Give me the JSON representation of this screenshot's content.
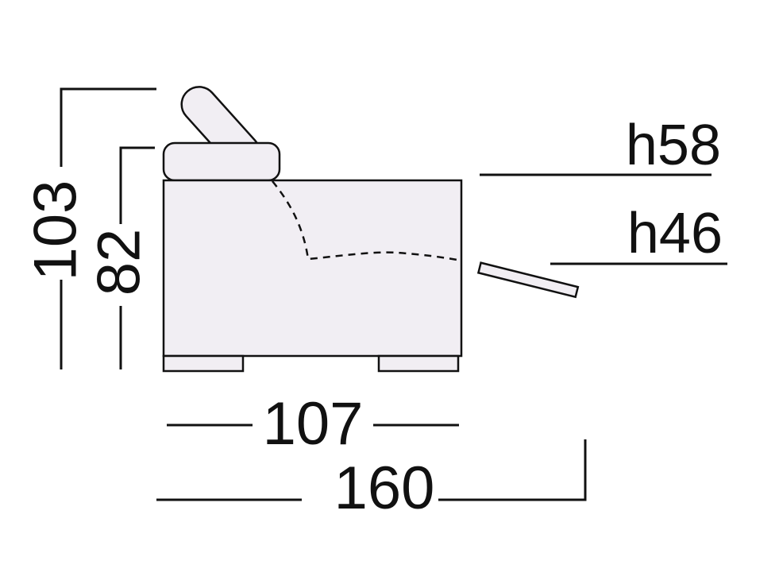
{
  "dimensions": {
    "total_height": "103",
    "armrest_height": "82",
    "seat_depth": "107",
    "extended_depth": "160",
    "height_back": "h58",
    "height_seat": "h46"
  },
  "colors": {
    "ink": "#111111",
    "upholstery": "#f1eef3",
    "background": "#ffffff"
  }
}
